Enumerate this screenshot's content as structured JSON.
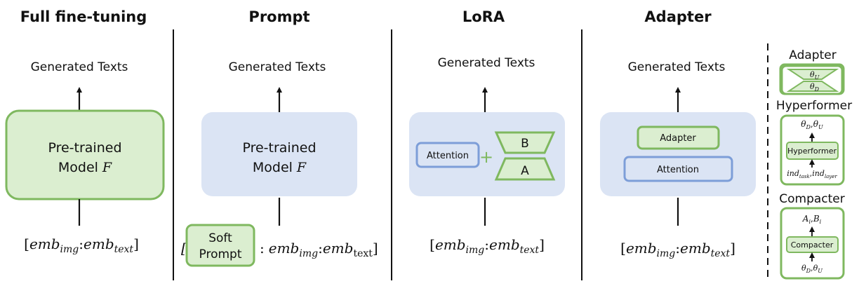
{
  "colors": {
    "green_stroke": "#7fb85f",
    "green_fill": "#dbeed0",
    "blue_panel": "#dbe4f4",
    "blue_stroke": "#7d9ed8",
    "divider": "#111111"
  },
  "panels": {
    "full": {
      "title": "Full fine-tuning",
      "output": "Generated Texts",
      "model_line1": "Pre-trained",
      "model_line2": "Model",
      "model_symbol": "F",
      "input": {
        "open": "[",
        "emb1": "emb",
        "sub1": "img",
        "colon": ":",
        "emb2": "emb",
        "sub2": "text",
        "close": "]"
      }
    },
    "prompt": {
      "title": "Prompt",
      "output": "Generated Texts",
      "model_line1": "Pre-trained",
      "model_line2": "Model",
      "model_symbol": "F",
      "soft_prompt_line1": "Soft",
      "soft_prompt_line2": "Prompt",
      "input": {
        "open": "[",
        "colon1": ":",
        "emb1": "emb",
        "sub1": "img",
        "colon2": ":",
        "emb2": "emb",
        "sub2": "text",
        "close": "]"
      }
    },
    "lora": {
      "title": "LoRA",
      "output": "Generated Texts",
      "attention": "Attention",
      "plus": "+",
      "b": "B",
      "a": "A",
      "input": {
        "open": "[",
        "emb1": "emb",
        "sub1": "img",
        "colon": ":",
        "emb2": "emb",
        "sub2": "text",
        "close": "]"
      }
    },
    "adapter": {
      "title": "Adapter",
      "output": "Generated Texts",
      "adapter_box": "Adapter",
      "attention": "Attention",
      "input": {
        "open": "[",
        "emb1": "emb",
        "sub1": "img",
        "colon": ":",
        "emb2": "emb",
        "sub2": "text",
        "close": "]"
      }
    }
  },
  "sidebar": {
    "adapter": {
      "title": "Adapter",
      "theta_u": "θ",
      "theta_u_sub": "U",
      "theta_d": "θ",
      "theta_d_sub": "D"
    },
    "hyperformer": {
      "title": "Hyperformer",
      "out_a": "θ",
      "out_a_sub": "D",
      "comma": ",",
      "out_b": "θ",
      "out_b_sub": "U",
      "box": "Hyperformer",
      "in_a": "ind",
      "in_a_sub": "task",
      "in_b": "ind",
      "in_b_sub": "layer"
    },
    "compacter": {
      "title": "Compacter",
      "out_a": "A",
      "out_a_sub": "i",
      "comma": ",",
      "out_b": "B",
      "out_b_sub": "i",
      "box": "Compacter",
      "in_a": "θ",
      "in_a_sub": "D",
      "in_b": "θ",
      "in_b_sub": "U"
    }
  }
}
